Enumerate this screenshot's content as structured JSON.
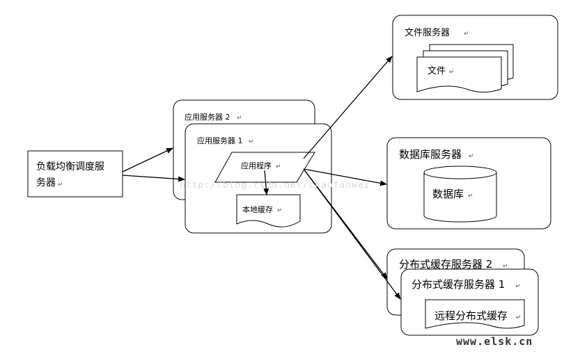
{
  "nodes": {
    "load_balancer": {
      "line1": "负载均衡调度服",
      "line2": "务器"
    },
    "app_server_2": {
      "label": "应用服务器 2"
    },
    "app_server_1": {
      "label": "应用服务器 1"
    },
    "app_program": {
      "label": "应用程序"
    },
    "local_cache": {
      "label": "本地缓存"
    },
    "file_server": {
      "label": "文件服务器"
    },
    "file_doc": {
      "label": "文件"
    },
    "db_server": {
      "label": "数据库服务器"
    },
    "database": {
      "label": "数据库"
    },
    "dist_cache_server_2": {
      "label": "分布式缓存服务器 2"
    },
    "dist_cache_server_1": {
      "label": "分布式缓存服务器 1"
    },
    "remote_cache": {
      "label": "远程分布式缓存"
    }
  },
  "watermark": "http://blog.csdn.net/chaofanwei",
  "site_mark": "www.elsk.cn",
  "paragraph_mark": "↵"
}
